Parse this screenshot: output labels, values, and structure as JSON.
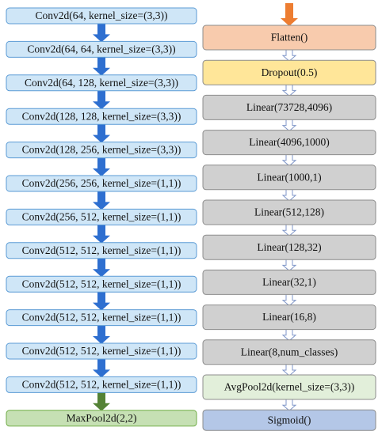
{
  "left_column": {
    "layers": [
      {
        "label": "Conv2d(64, kernel_size=(3,3))"
      },
      {
        "label": "Conv2d(64, 64, kernel_size=(3,3))"
      },
      {
        "label": "Conv2d(64, 128, kernel_size=(3,3))"
      },
      {
        "label": "Conv2d(128, 128, kernel_size=(3,3))"
      },
      {
        "label": "Conv2d(128, 256, kernel_size=(3,3))"
      },
      {
        "label": "Conv2d(256, 256, kernel_size=(1,1))"
      },
      {
        "label": "Conv2d(256, 512, kernel_size=(1,1))"
      },
      {
        "label": "Conv2d(512, 512, kernel_size=(1,1))"
      },
      {
        "label": "Conv2d(512, 512, kernel_size=(1,1))"
      },
      {
        "label": "Conv2d(512, 512, kernel_size=(1,1))"
      },
      {
        "label": "Conv2d(512, 512, kernel_size=(1,1))"
      },
      {
        "label": "Conv2d(512, 512, kernel_size=(1,1))"
      },
      {
        "label": "MaxPool2d(2,2)"
      }
    ],
    "colors": {
      "box_fill": "#cfe6f7",
      "box_stroke": "#5b9bd5",
      "pool_fill": "#c6e0b4",
      "pool_stroke": "#70ad47",
      "arrow": "#2e6fd0",
      "arrow_last": "#548235"
    }
  },
  "right_column": {
    "layers": [
      {
        "label": "Flatten()",
        "color": "#f8cbad"
      },
      {
        "label": "Dropout(0.5)",
        "color": "#ffe699"
      },
      {
        "label": "Linear(73728,4096)",
        "color": "#d0d0d0"
      },
      {
        "label": "Linear(4096,1000)",
        "color": "#d0d0d0"
      },
      {
        "label": "Linear(1000,1)",
        "color": "#d0d0d0"
      },
      {
        "label": "Linear(512,128)",
        "color": "#d0d0d0"
      },
      {
        "label": "Linear(128,32)",
        "color": "#d0d0d0"
      },
      {
        "label": "Linear(32,1)",
        "color": "#d0d0d0"
      },
      {
        "label": "Linear(16,8)",
        "color": "#d0d0d0"
      },
      {
        "label": "Linear(8,num_classes)",
        "color": "#d0d0d0"
      },
      {
        "label": "AvgPool2d(kernel_size=(3,3))",
        "color": "#e2efda"
      },
      {
        "label": "Sigmoid()",
        "color": "#b4c7e7"
      }
    ],
    "colors": {
      "top_arrow": "#ed7d31",
      "hollow_arrow_fill": "#ffffff",
      "hollow_arrow_stroke": "#7f96c8",
      "box_stroke": "#8c8c8c"
    }
  }
}
